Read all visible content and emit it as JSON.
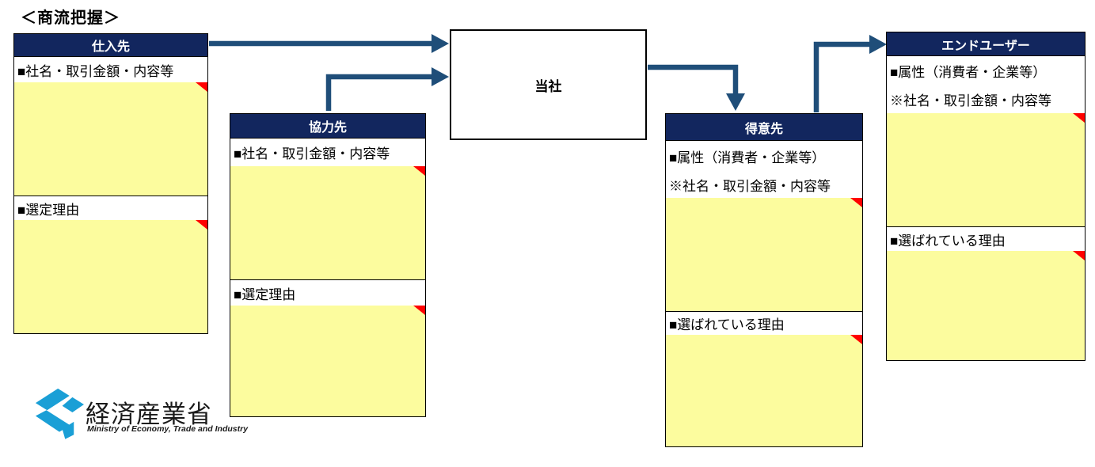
{
  "title": "＜商流把握＞",
  "colors": {
    "header-bg": "#12265E",
    "header-text": "#FFFFFF",
    "note-yellow": "#FCFC9E",
    "flag-red": "#FF0000",
    "arrow-blue": "#1F4E79",
    "logo-cyan": "#1A9FD6"
  },
  "nodes": {
    "supplier": {
      "title": "仕入先",
      "row_company": "■社名・取引金額・内容等",
      "row_reason": "■選定理由"
    },
    "partner": {
      "title": "協力先",
      "row_company": "■社名・取引金額・内容等",
      "row_reason": "■選定理由"
    },
    "company": {
      "title": "当社"
    },
    "customer": {
      "title": "得意先",
      "row_attribute": "■属性（消費者・企業等）",
      "row_company": "※社名・取引金額・内容等",
      "row_reason": "■選ばれている理由"
    },
    "end_user": {
      "title": "エンドユーザー",
      "row_attribute": "■属性（消費者・企業等）",
      "row_company": "※社名・取引金額・内容等",
      "row_reason": "■選ばれている理由"
    }
  },
  "logo": {
    "name_ja": "経済産業省",
    "name_en": "Ministry of Economy, Trade and Industry"
  }
}
